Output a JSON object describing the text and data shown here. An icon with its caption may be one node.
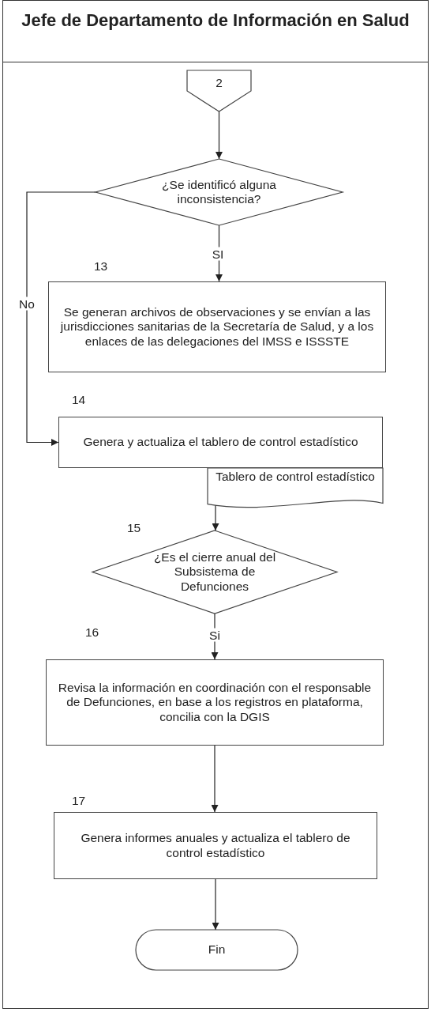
{
  "diagram": {
    "nodes": [
      {
        "text": [
          "Jefe de Departamento de Información en Salud"
        ]
      },
      {
        "text": [
          "2"
        ],
        "in": 0
      },
      {
        "text": [
          "¿Se identificó alguna inconsistencia?"
        ],
        "in": 0
      },
      {
        "text": [
          "Se generan archivos de observaciones y se envían a las jurisdicciones sanitarias de la Secretaría de Salud, y a los enlaces de las delegaciones del IMSS e ISSSTE"
        ],
        "in": 0,
        "beside": [
          "13"
        ]
      },
      {
        "text": [
          "Genera y actualiza el tablero de control estadístico"
        ],
        "in": 0,
        "beside": [
          "14"
        ]
      },
      {
        "text": [
          "Tablero de control estadístico"
        ],
        "in": 0
      },
      {
        "text": [
          "¿Es el cierre anual del Subsistema de Defunciones"
        ],
        "in": 0,
        "beside": [
          "15"
        ]
      },
      {
        "text": [
          "Revisa la información en coordinación con el responsable de Defunciones, en base a los registros en plataforma, concilia con la DGIS"
        ],
        "in": 0,
        "beside": [
          "16"
        ]
      },
      {
        "text": [
          "Genera informes anuales y actualiza el tablero de control estadístico"
        ],
        "in": 0,
        "beside": [
          "17"
        ]
      },
      {
        "text": [
          "Fin"
        ],
        "in": 0
      }
    ],
    "edges": [
      {
        "from": 1,
        "to": 2,
        "arrow": "to"
      },
      {
        "from": 2,
        "to": 3,
        "arrow": "to",
        "label": "SI"
      },
      {
        "from": 2,
        "to": 4,
        "arrow": "to",
        "label": "No"
      },
      {
        "from": 5,
        "to": 6,
        "arrow": "to"
      },
      {
        "from": 6,
        "to": 7,
        "arrow": "to",
        "label": "Si"
      },
      {
        "from": 7,
        "to": 8,
        "arrow": "to"
      },
      {
        "from": 8,
        "to": 9,
        "arrow": "to"
      }
    ]
  }
}
